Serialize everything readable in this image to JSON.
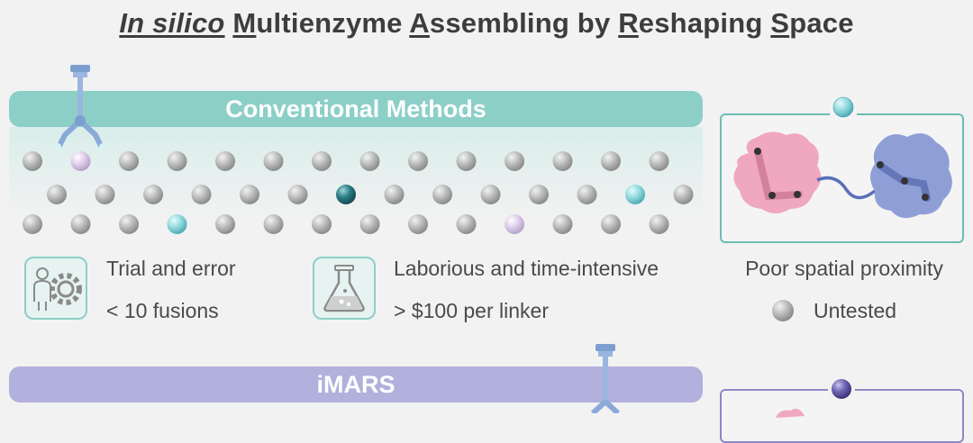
{
  "title": {
    "in_silico": "In silico",
    "rest": [
      {
        "u": "M",
        "t": "ultienzyme "
      },
      {
        "u": "A",
        "t": "ssembling by "
      },
      {
        "u": "R",
        "t": "eshaping "
      },
      {
        "u": "S",
        "t": "pace"
      }
    ]
  },
  "conventional": {
    "banner": "Conventional Methods",
    "features": [
      {
        "icon": "person-gear-icon",
        "line1": "Trial and error",
        "line2": "< 10 fusions"
      },
      {
        "icon": "flask-icon",
        "line1": "Laborious and time-intensive",
        "line2": "> $100 per linker"
      }
    ],
    "proximity_label": "Poor spatial proximity",
    "legend_label": "Untested"
  },
  "imars": {
    "banner": "iMARS"
  },
  "colors": {
    "teal_banner": "#8ccfc7",
    "purple_banner": "#b2b0dc",
    "untested_sphere": "#b8b8b8",
    "dark_teal_sphere": "#2c7f86",
    "light_teal_sphere": "#8fd8dc",
    "lilac_sphere": "#d9c8e8",
    "pink_enzyme": "#f0a7c0",
    "blue_enzyme": "#8f9fd6"
  },
  "spheres": {
    "row1": [
      "g",
      "l",
      "g",
      "g",
      "g",
      "g",
      "g",
      "g",
      "g",
      "g",
      "g",
      "g",
      "g",
      "g"
    ],
    "row2": [
      "g",
      "g",
      "g",
      "g",
      "g",
      "g",
      "d",
      "g",
      "g",
      "g",
      "g",
      "g",
      "t",
      "g"
    ],
    "row3": [
      "g",
      "g",
      "g",
      "t",
      "g",
      "g",
      "g",
      "g",
      "g",
      "g",
      "l",
      "g",
      "g",
      "g"
    ]
  }
}
